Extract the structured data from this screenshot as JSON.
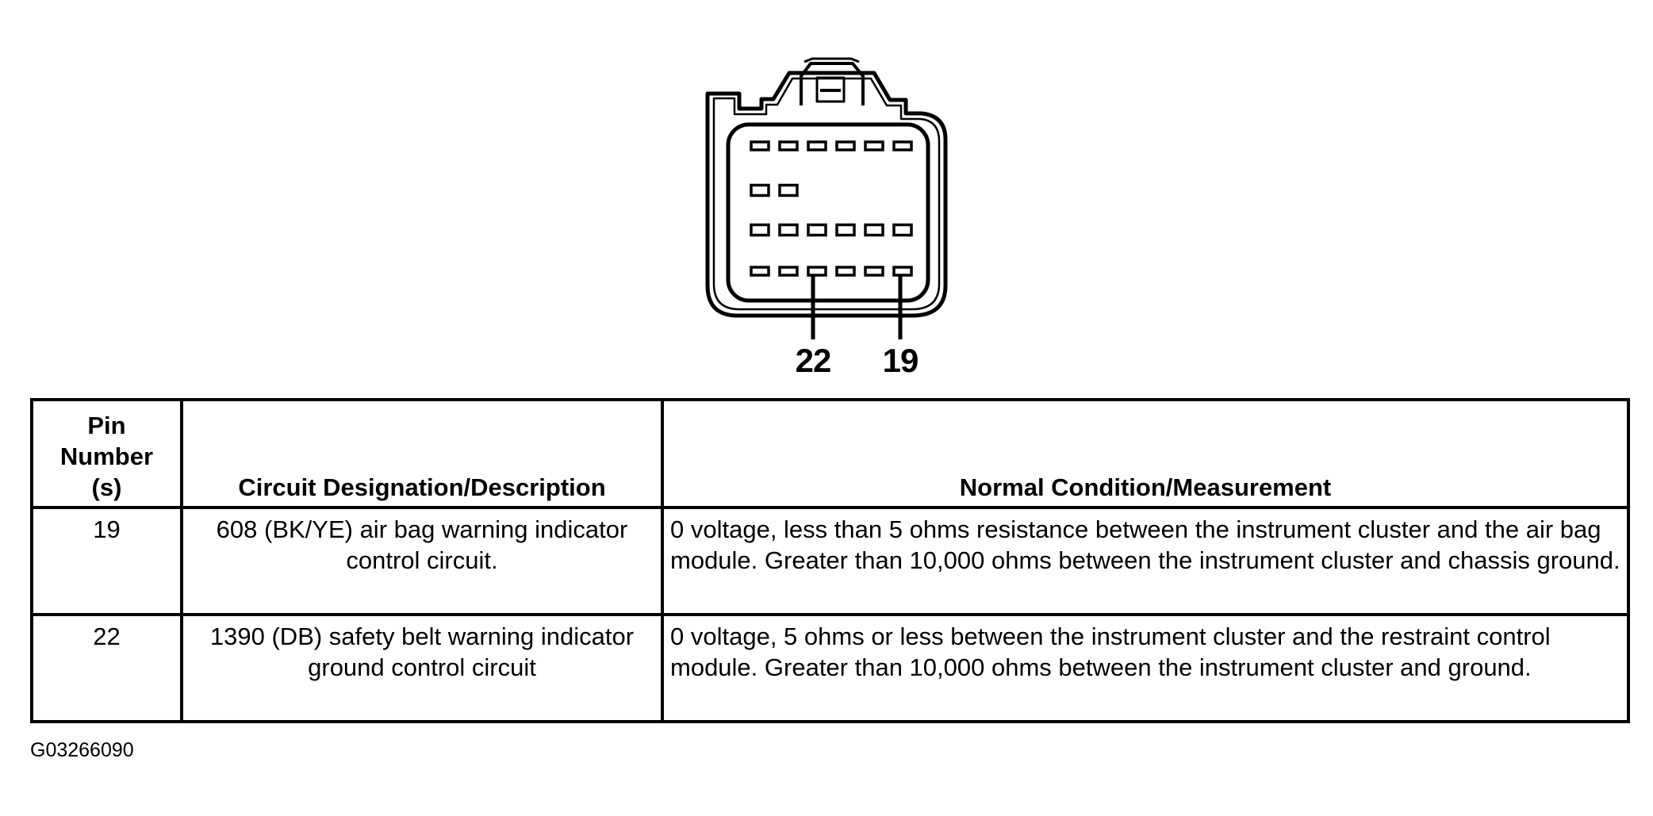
{
  "diagram": {
    "callouts": [
      {
        "label": "22"
      },
      {
        "label": "19"
      }
    ]
  },
  "table": {
    "headers": {
      "pin": "Pin Number (s)",
      "pin_lines": [
        "Pin",
        "Number",
        "(s)"
      ],
      "circuit": "Circuit Designation/Description",
      "normal": "Normal Condition/Measurement"
    },
    "rows": [
      {
        "pin": "19",
        "circuit": "608 (BK/YE) air bag warning indicator control circuit.",
        "normal": "0 voltage, less than 5 ohms resistance between the instrument cluster and the air bag module. Greater than 10,000 ohms between the instrument cluster and chassis ground."
      },
      {
        "pin": "22",
        "circuit": "1390 (DB) safety belt warning indicator ground control circuit",
        "normal": "0 voltage, 5 ohms or less between the instrument cluster and the restraint control module. Greater than 10,000 ohms between the instrument cluster and ground."
      }
    ]
  },
  "figure_code": "G03266090"
}
